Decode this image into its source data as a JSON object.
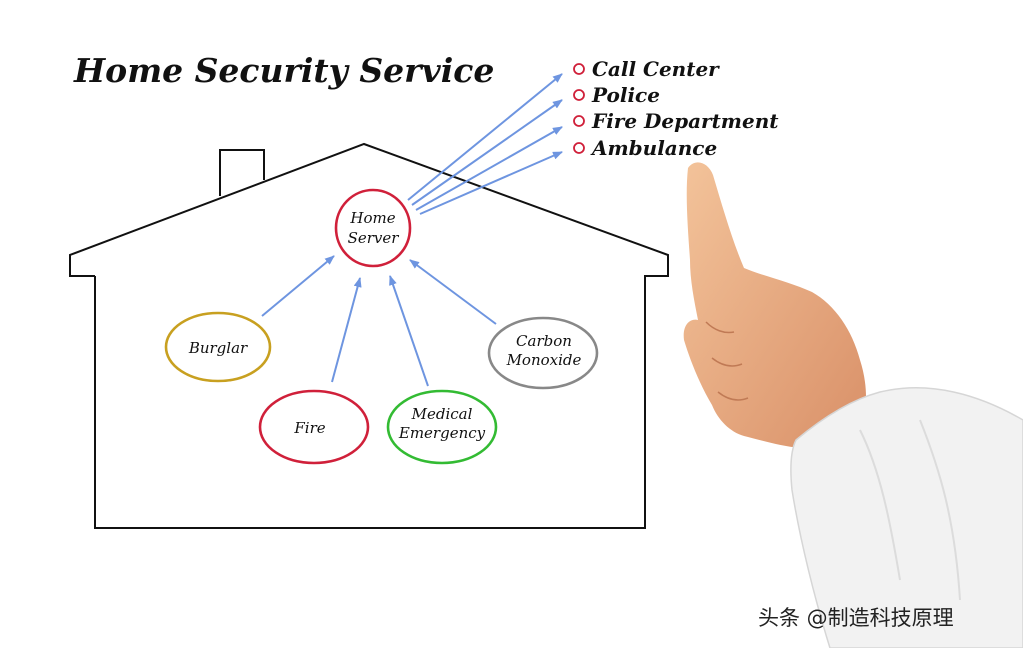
{
  "title": "Home Security Service",
  "hub": {
    "lines": [
      "Home",
      "Server"
    ],
    "color": "#d0203a"
  },
  "sensors": [
    {
      "id": "burglar",
      "lines": [
        "Burglar"
      ],
      "color": "#c8a020"
    },
    {
      "id": "fire",
      "lines": [
        "Fire"
      ],
      "color": "#d0203a"
    },
    {
      "id": "medical",
      "lines": [
        "Medical",
        "Emergency"
      ],
      "color": "#33bb33"
    },
    {
      "id": "carbon",
      "lines": [
        "Carbon",
        "Monoxide"
      ],
      "color": "#888888"
    }
  ],
  "services": [
    "Call Center",
    "Police",
    "Fire Department",
    "Ambulance"
  ],
  "bullet_color": "#d0203a",
  "arrow_color": "#6e95e0",
  "watermark": "头条 @制造科技原理"
}
